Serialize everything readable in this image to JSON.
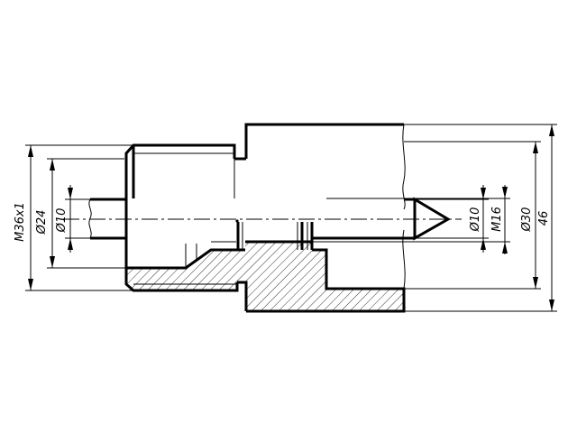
{
  "dimensions": {
    "left": [
      {
        "id": "m36",
        "label": "M36x1"
      },
      {
        "id": "d24",
        "label": "Ø24"
      },
      {
        "id": "d10_left",
        "label": "Ø10"
      }
    ],
    "right": [
      {
        "id": "d10_right",
        "label": "Ø10"
      },
      {
        "id": "m16",
        "label": "M16"
      },
      {
        "id": "d30",
        "label": "Ø30"
      },
      {
        "id": "l46",
        "label": "46"
      }
    ]
  }
}
